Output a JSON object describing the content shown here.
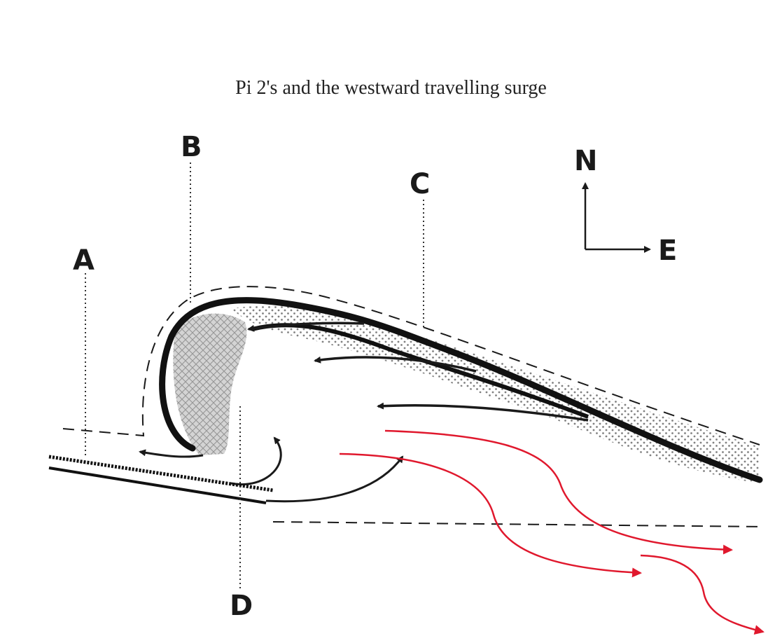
{
  "title": "Pi 2's and the westward travelling surge",
  "labels": {
    "a": "A",
    "b": "B",
    "c": "C",
    "d": "D"
  },
  "compass": {
    "north": "N",
    "east": "E"
  },
  "colors": {
    "ink": "#1a1a1a",
    "stipple": "#bdbdbd",
    "red_arrows": "#e0182d"
  }
}
